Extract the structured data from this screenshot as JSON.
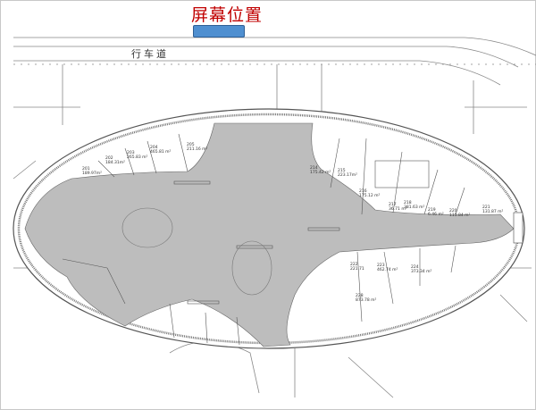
{
  "header": {
    "title": "屏幕位置",
    "screen_color": "#4f8fd0",
    "title_color": "#c00000"
  },
  "road_label": "行车道",
  "plan": {
    "atrium_color": "#bdbdbd",
    "rooms": [
      {
        "id": "201",
        "area": "189.97m²"
      },
      {
        "id": "202",
        "area": "184.31m²"
      },
      {
        "id": "203",
        "area": "265.83 m²"
      },
      {
        "id": "204",
        "area": "465.81 m²"
      },
      {
        "id": "205",
        "area": "211.16 m²"
      },
      {
        "id": "214",
        "area": "175.42 m²"
      },
      {
        "id": "215",
        "area": "223.17m²"
      },
      {
        "id": "216",
        "area": "175.12 m²"
      },
      {
        "id": "217",
        "area": "36.71 m²"
      },
      {
        "id": "218",
        "area": "381.63 m²"
      },
      {
        "id": "219",
        "area": "6.46 m²"
      },
      {
        "id": "220",
        "area": "115.84 m²"
      },
      {
        "id": "221",
        "area": "131.87 m²"
      },
      {
        "id": "222",
        "area": "221.71"
      },
      {
        "id": "223",
        "area": "462.74 m²"
      },
      {
        "id": "224",
        "area": "373.34 m²"
      },
      {
        "id": "228",
        "area": "873.78 m²"
      }
    ]
  }
}
